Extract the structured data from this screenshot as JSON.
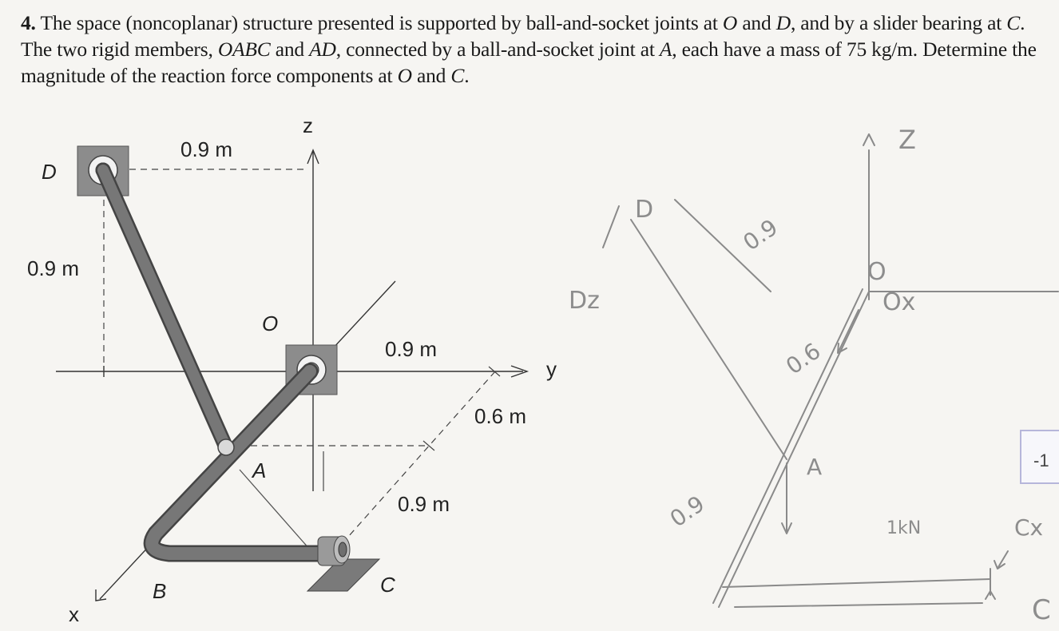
{
  "problem": {
    "number": "4.",
    "p1": " The space (noncoplanar) structure presented is supported by ball-and-socket joints at ",
    "v1": "O",
    "p2": " and ",
    "v2": "D",
    "p3": ", and by a slider bearing at ",
    "v3": "C",
    "p4": ". The two rigid members, ",
    "v4": "OABC",
    "p5": " and ",
    "v5": "AD",
    "p6": ", connected by a ball-and-socket joint at ",
    "v6": "A",
    "p7": ", each have a mass of 75 kg/m. Determine the magnitude of the reaction force components at ",
    "v7": "O",
    "p8": " and ",
    "v8": "C",
    "p9": "."
  },
  "figure": {
    "labels": {
      "z": "z",
      "y": "y",
      "x": "x",
      "D": "D",
      "O": "O",
      "A": "A",
      "B": "B",
      "C": "C",
      "dim_top": "0.9 m",
      "dim_left": "0.9 m",
      "dim_oy": "0.9 m",
      "dim_diag": "0.6 m",
      "dim_bc": "0.9 m"
    }
  },
  "sketch": {
    "z": "Z",
    "d": "D",
    "dz": "Dz",
    "len_top": "0.9",
    "o": "O",
    "ox": "Ox",
    "len_mid": "0.6",
    "a": "A",
    "len_left": "0.9",
    "force": "1kN",
    "cx": "Cx",
    "c": "C"
  },
  "page_badge": "-1"
}
